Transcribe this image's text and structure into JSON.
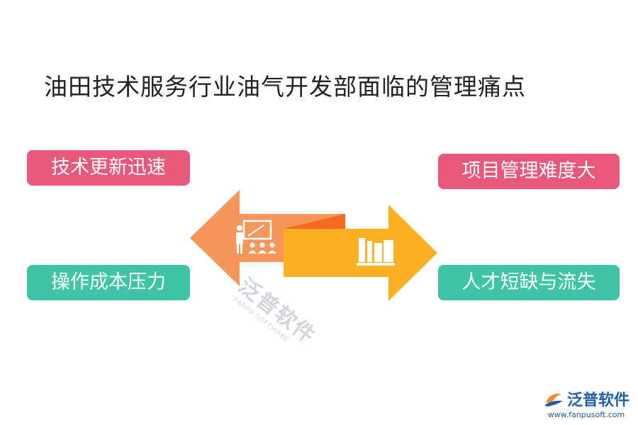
{
  "title": "油田技术服务行业油气开发部面临的管理痛点",
  "items": {
    "top_left": "技术更新迅速",
    "top_right": "项目管理难度大",
    "bottom_left": "操作成本压力",
    "bottom_right": "人才短缺与流失"
  },
  "watermark": {
    "main": "泛普软件",
    "sub": "FANPU SOFTWARE"
  },
  "brand": {
    "name": "泛普软件",
    "url": "www.fanpusoft.com"
  },
  "colors": {
    "pink": "#e8587a",
    "teal": "#3fc4a6",
    "orange_arrow": "#f5965a",
    "yellow_arrow": "#fdb022",
    "fold": "#f46a1e",
    "brand_blue": "#1f5fa8"
  },
  "icons": {
    "left_arrow": "teacher-presentation-icon",
    "right_arrow": "books-icon"
  }
}
